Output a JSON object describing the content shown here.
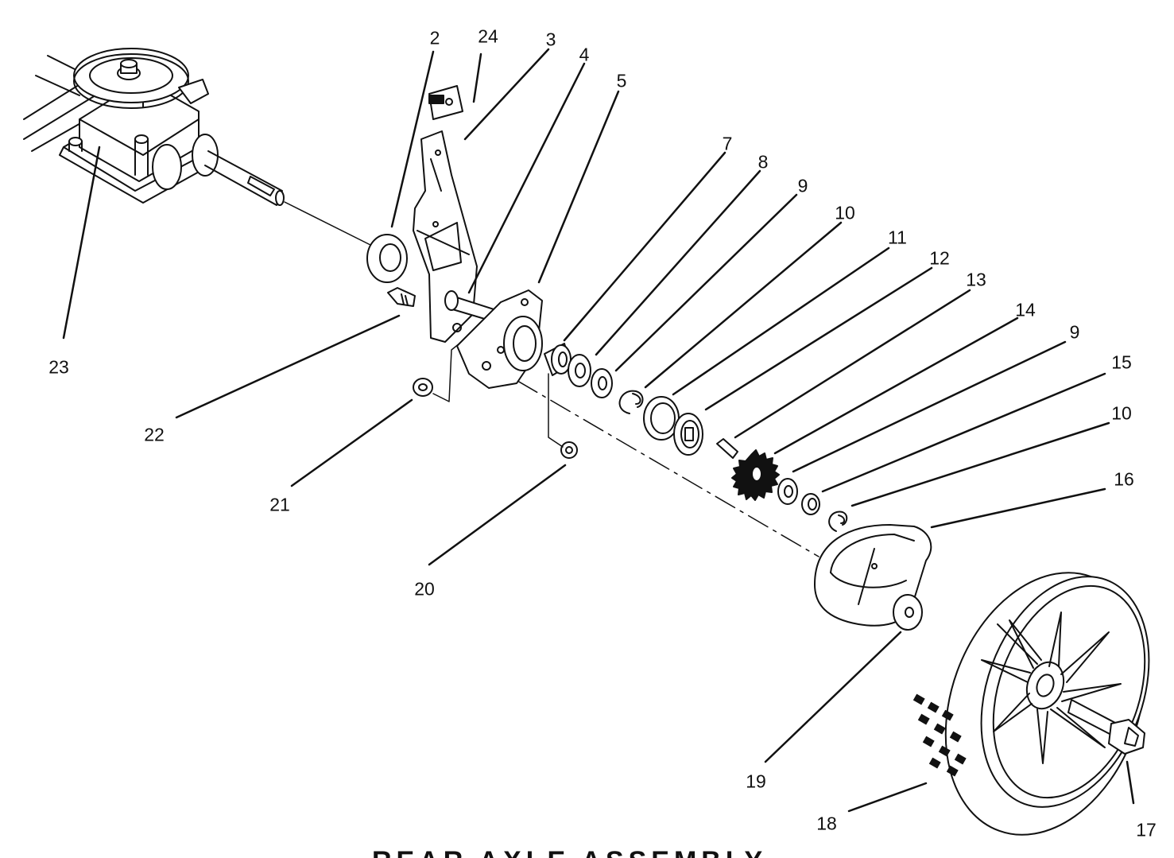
{
  "diagram": {
    "title": "REAR AXLE ASSEMBLY",
    "callouts": [
      {
        "id": "c2",
        "label": "2"
      },
      {
        "id": "c24",
        "label": "24"
      },
      {
        "id": "c3",
        "label": "3"
      },
      {
        "id": "c4",
        "label": "4"
      },
      {
        "id": "c5",
        "label": "5"
      },
      {
        "id": "c7",
        "label": "7"
      },
      {
        "id": "c8",
        "label": "8"
      },
      {
        "id": "c9a",
        "label": "9"
      },
      {
        "id": "c10a",
        "label": "10"
      },
      {
        "id": "c11",
        "label": "11"
      },
      {
        "id": "c12",
        "label": "12"
      },
      {
        "id": "c13",
        "label": "13"
      },
      {
        "id": "c14",
        "label": "14"
      },
      {
        "id": "c9b",
        "label": "9"
      },
      {
        "id": "c15",
        "label": "15"
      },
      {
        "id": "c10b",
        "label": "10"
      },
      {
        "id": "c16",
        "label": "16"
      },
      {
        "id": "c23",
        "label": "23"
      },
      {
        "id": "c22",
        "label": "22"
      },
      {
        "id": "c21",
        "label": "21"
      },
      {
        "id": "c20",
        "label": "20"
      },
      {
        "id": "c19",
        "label": "19"
      },
      {
        "id": "c18",
        "label": "18"
      },
      {
        "id": "c17",
        "label": "17"
      }
    ]
  }
}
